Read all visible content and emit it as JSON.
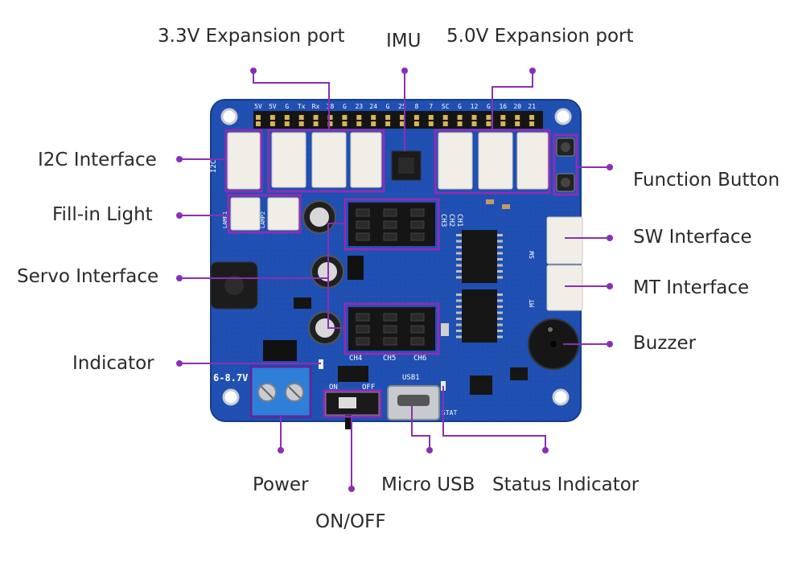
{
  "labels": {
    "expansion_33": "3.3V Expansion port",
    "imu": "IMU",
    "expansion_50": "5.0V Expansion port",
    "i2c": "I2C Interface",
    "function_button": "Function Button",
    "fill_in_light": "Fill-in Light",
    "sw": "SW Interface",
    "servo": "Servo Interface",
    "mt": "MT Interface",
    "buzzer": "Buzzer",
    "indicator": "Indicator",
    "power": "Power",
    "micro_usb": "Micro USB",
    "status_indicator": "Status Indicator",
    "on_off": "ON/OFF"
  },
  "silkscreen": {
    "header_pins": [
      "5V",
      "5V",
      "G",
      "Tx",
      "Rx",
      "18",
      "G",
      "23",
      "24",
      "G",
      "25",
      "8",
      "7",
      "SC",
      "G",
      "12",
      "G",
      "16",
      "20",
      "21"
    ],
    "voltage": "6-8.7V",
    "ch_top": [
      "CH3",
      "CH2",
      "CH1"
    ],
    "ch_bottom": [
      "CH4",
      "CH5",
      "CH6"
    ],
    "usb": "USB1",
    "switch_on": "ON",
    "switch_off": "OFF",
    "stat": "STAT",
    "i2c_side": "I2C",
    "lamp1": "LAMP1",
    "lamp2": "LAMP2",
    "sw_side": "SW",
    "mt_side": "MT"
  },
  "colors": {
    "board": "#1f4fb0",
    "board_edge": "#163d8e",
    "callout": "#8a2fb5",
    "label_text": "#2a2a2a",
    "terminal": "#2d7fd8",
    "connector": "#f1eee8",
    "header": "#1a1a1a"
  }
}
